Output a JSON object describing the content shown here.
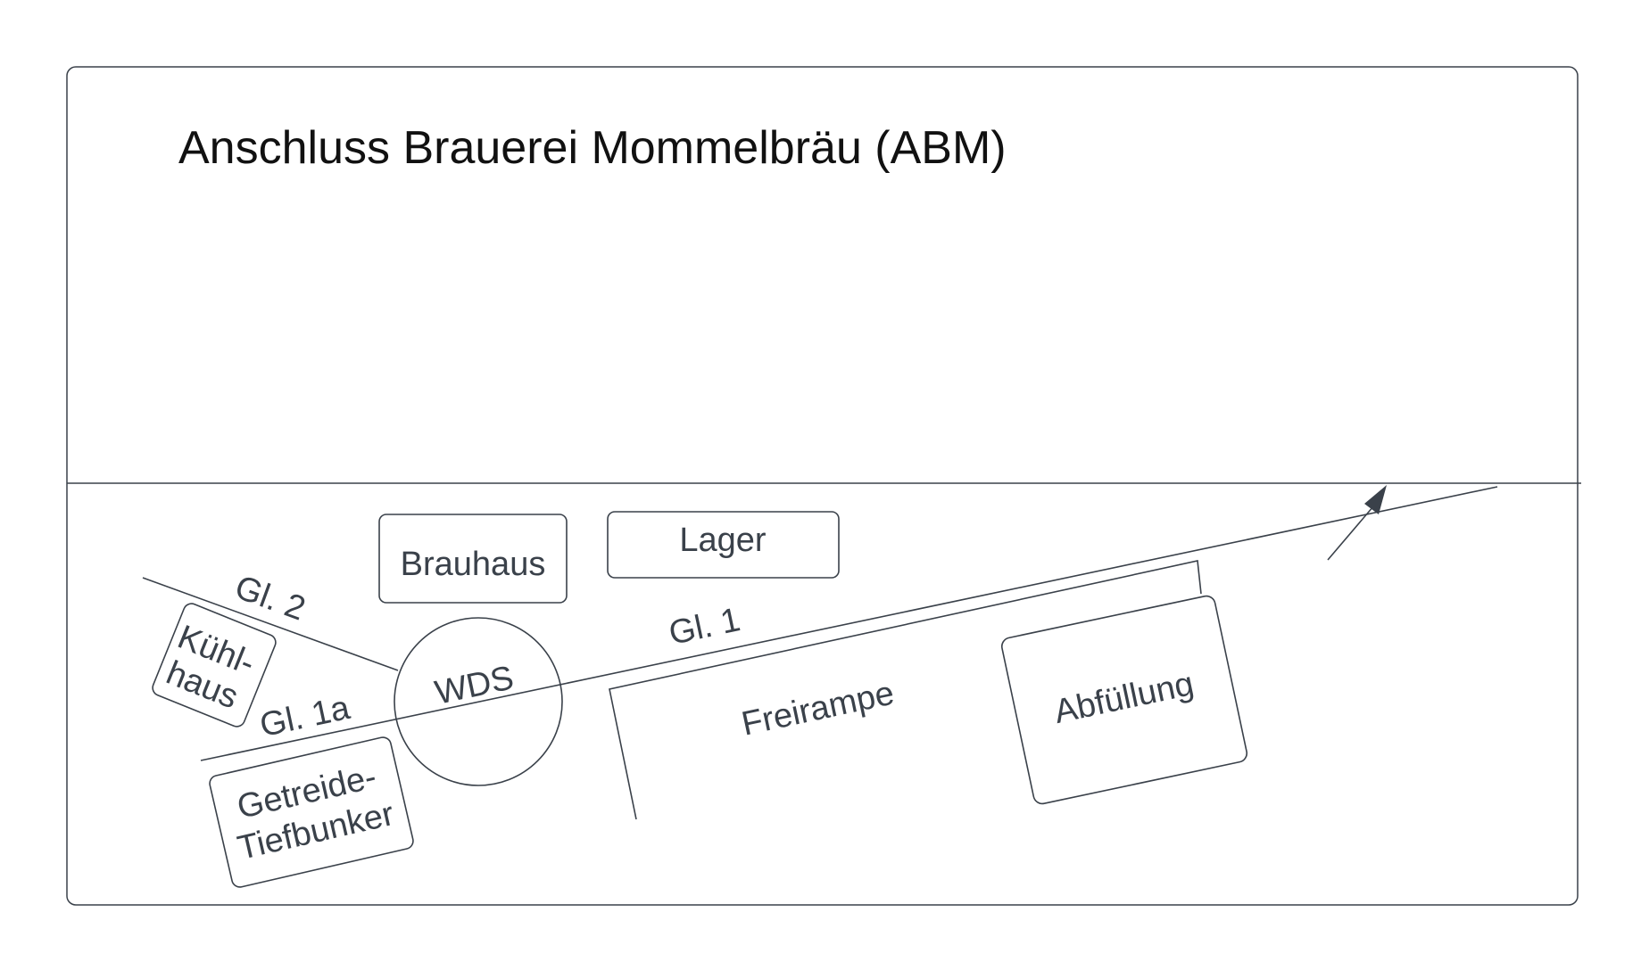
{
  "title": "Anschluss Brauerei Mommelbräu (ABM)",
  "buildings": {
    "brauhaus": "Brauhaus",
    "lager": "Lager",
    "kuehlhaus_line1": "Kühl-",
    "kuehlhaus_line2": "haus",
    "getreide_line1": "Getreide-",
    "getreide_line2": "Tiefbunker",
    "abfuellung": "Abfüllung",
    "freirampe": "Freirampe",
    "wds": "WDS"
  },
  "tracks": {
    "gl1": "Gl. 1",
    "gl1a": "Gl. 1a",
    "gl2": "Gl. 2"
  },
  "colors": {
    "line": "#3a414a",
    "title": "#111111",
    "background": "#ffffff"
  }
}
